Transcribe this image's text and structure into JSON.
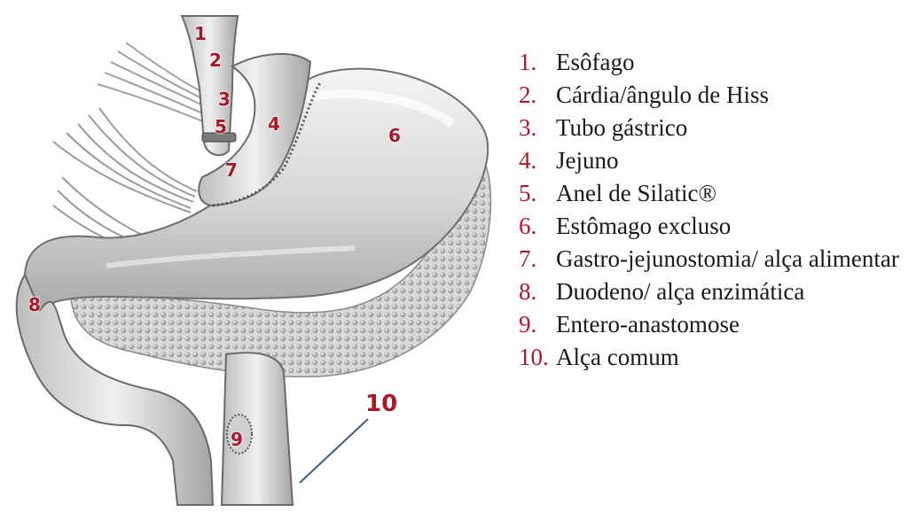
{
  "markers": [
    "1",
    "2",
    "3",
    "4",
    "5",
    "6",
    "7",
    "8",
    "9",
    "10"
  ],
  "legend": [
    {
      "num": "1.",
      "text": "Esôfago"
    },
    {
      "num": "2.",
      "text": "Cárdia/ângulo de Hiss"
    },
    {
      "num": "3.",
      "text": "Tubo gástrico"
    },
    {
      "num": "4.",
      "text": "Jejuno"
    },
    {
      "num": "5.",
      "text": "Anel de Silatic®"
    },
    {
      "num": "6.",
      "text": "Estômago excluso"
    },
    {
      "num": "7.",
      "text": "Gastro-jejunostomia/ alça alimentar"
    },
    {
      "num": "8.",
      "text": "Duodeno/ alça enzimática"
    },
    {
      "num": "9.",
      "text": "Entero-anastomose"
    },
    {
      "num": "10.",
      "text": "Alça comum"
    }
  ],
  "colors": {
    "marker": "#a8182a",
    "legend_number": "#b0182a",
    "legend_text": "#1a1a1a",
    "pointer_line": "#3b5f8a"
  }
}
